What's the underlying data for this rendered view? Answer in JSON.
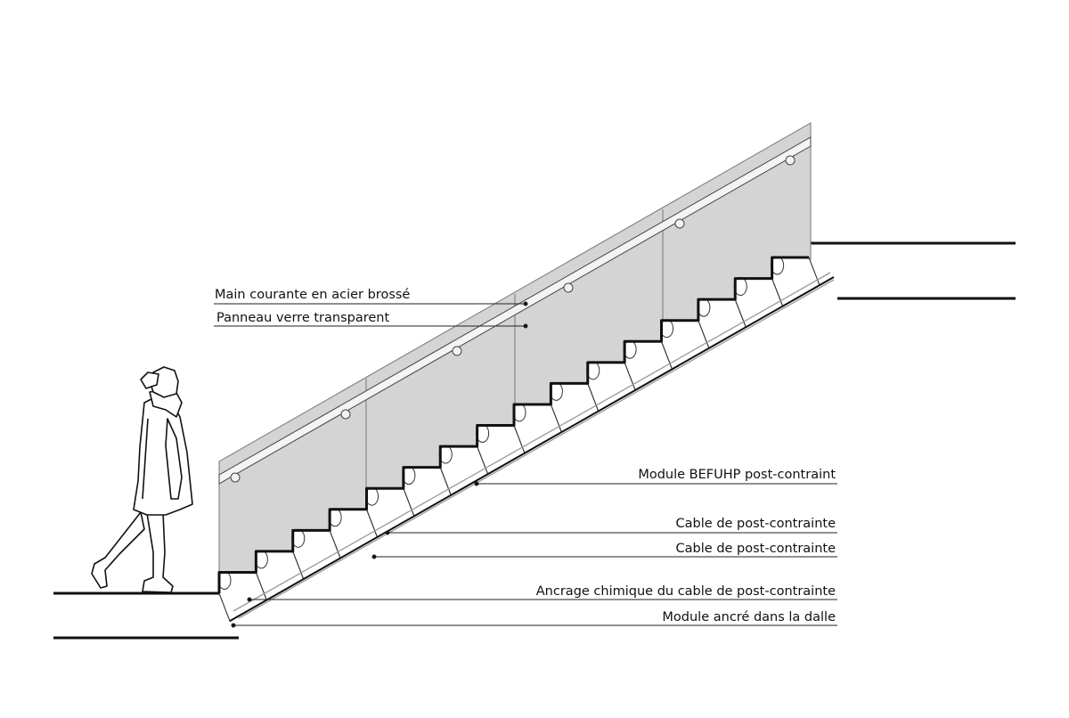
{
  "labels": {
    "handrail": "Main courante en acier brossé",
    "glass_panel": "Panneau verre transparent",
    "module": "Module BEFUHP post-contraint",
    "cable_1": "Cable de post-contrainte",
    "cable_2": "Cable de post-contrainte",
    "anchorage": "Ancrage chimique du cable de post-contrainte",
    "anchored_module": "Module ancré dans la dalle"
  },
  "stair": {
    "step_count": 16
  },
  "colors": {
    "glass": "#d4d4d4",
    "line": "#111111",
    "module_fill": "#ffffff"
  }
}
